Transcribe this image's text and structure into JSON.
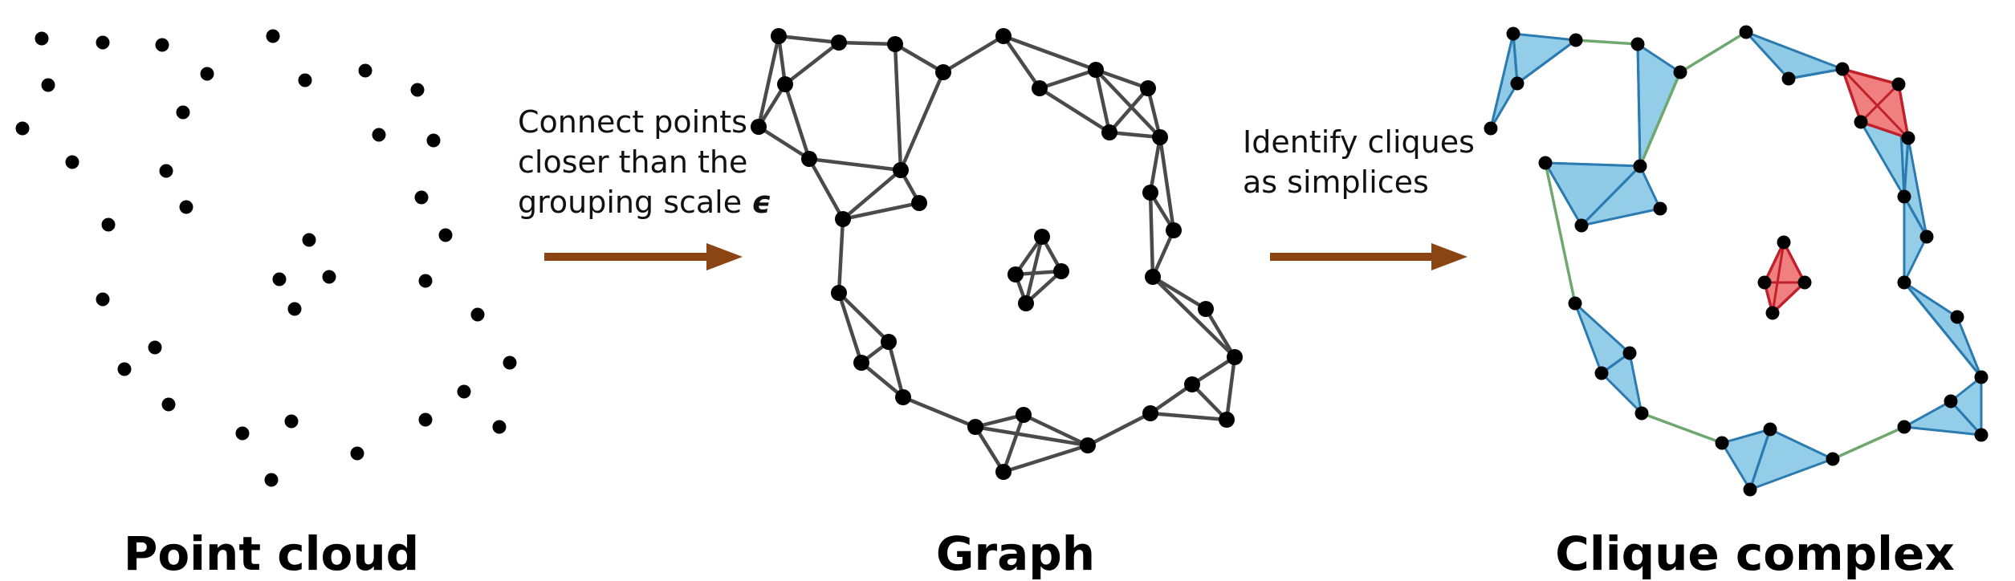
{
  "titles": {
    "point_cloud": "Point cloud",
    "graph": "Graph",
    "clique_complex": "Clique complex"
  },
  "captions": {
    "connect": {
      "line1": "Connect points",
      "line2": "closer than the",
      "line3_text": "grouping scale ",
      "line3_symbol": "ϵ"
    },
    "identify": {
      "line1": "Identify cliques",
      "line2": "as simplices"
    }
  },
  "colors": {
    "point": "#000000",
    "graph_edge": "#4a4a4a",
    "arrow": "#8b4513",
    "triangle_fill": "#8ecae6",
    "triangle_stroke": "#2b7bb0",
    "clique_fill": "#f08080",
    "clique_stroke": "#c0202a",
    "plain_edge": "#6fa86f"
  }
}
